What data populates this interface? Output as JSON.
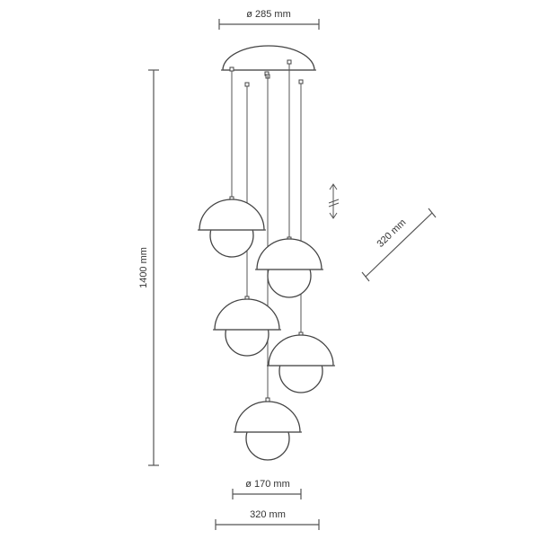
{
  "dimensions": {
    "ceiling_diameter": "ø 285 mm",
    "total_height": "1400 mm",
    "shade_diameter": "ø 170 mm",
    "base_width": "320 mm",
    "spread_width": "320 mm"
  }
}
